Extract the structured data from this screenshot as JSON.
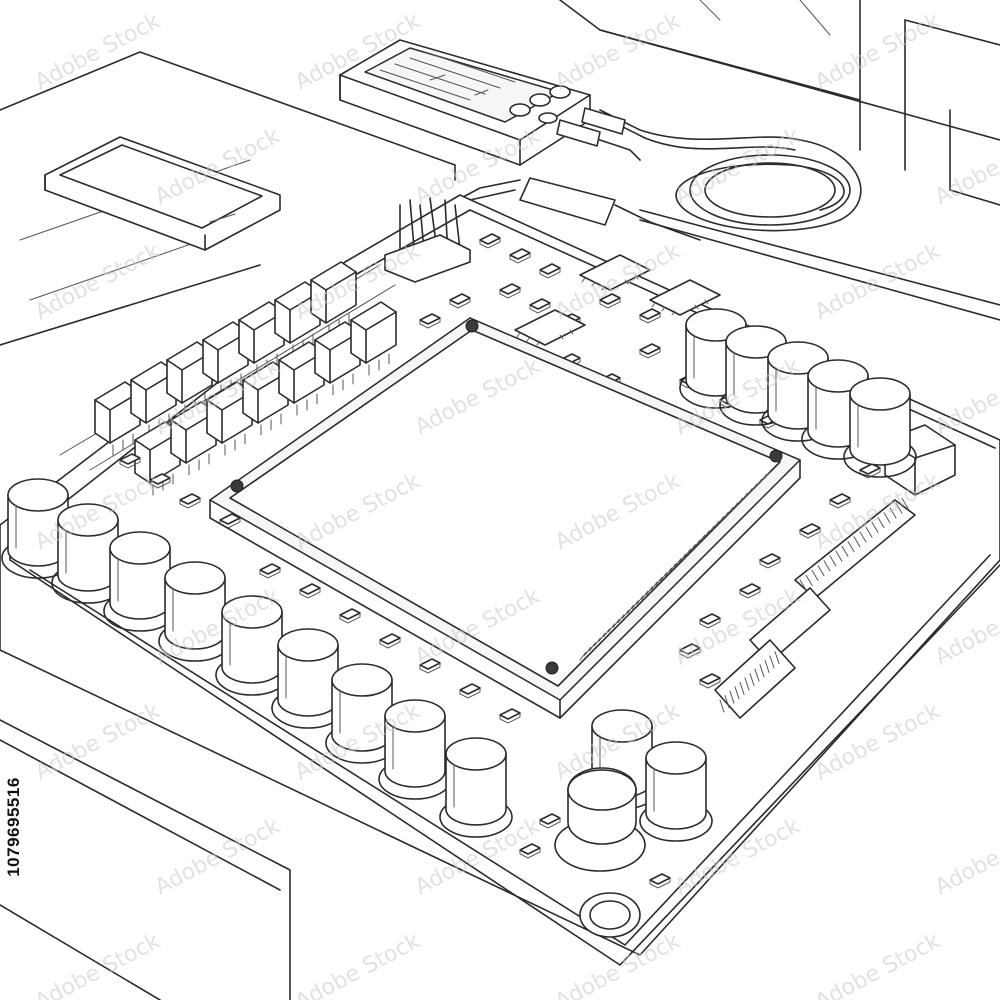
{
  "image": {
    "style": "black-and-white line drawing",
    "subject": "circuit board with capacitors and a handheld meter on a desk"
  },
  "watermark": {
    "text": "Adobe Stock",
    "stock_id": "1079695516",
    "color": "#c9c9c9"
  },
  "colors": {
    "line": "#2b2b2b",
    "background": "#ffffff"
  }
}
